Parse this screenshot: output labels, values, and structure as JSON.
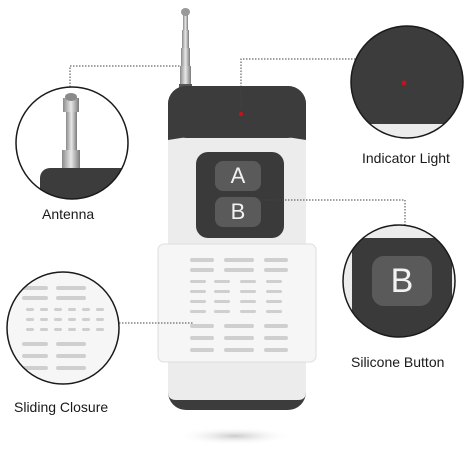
{
  "labels": {
    "antenna": "Antenna",
    "indicator_light": "Indicator Light",
    "silicone_button": "Silicone Button",
    "sliding_closure": "Sliding Closure"
  },
  "buttons": {
    "a": "A",
    "b": "B",
    "zoom_b": "B"
  },
  "colors": {
    "body_dark": "#3c3c3c",
    "body_light": "#ececec",
    "closure_white": "#f6f6f6",
    "button_gray": "#5a5a5a",
    "led_red": "#c0141a"
  }
}
